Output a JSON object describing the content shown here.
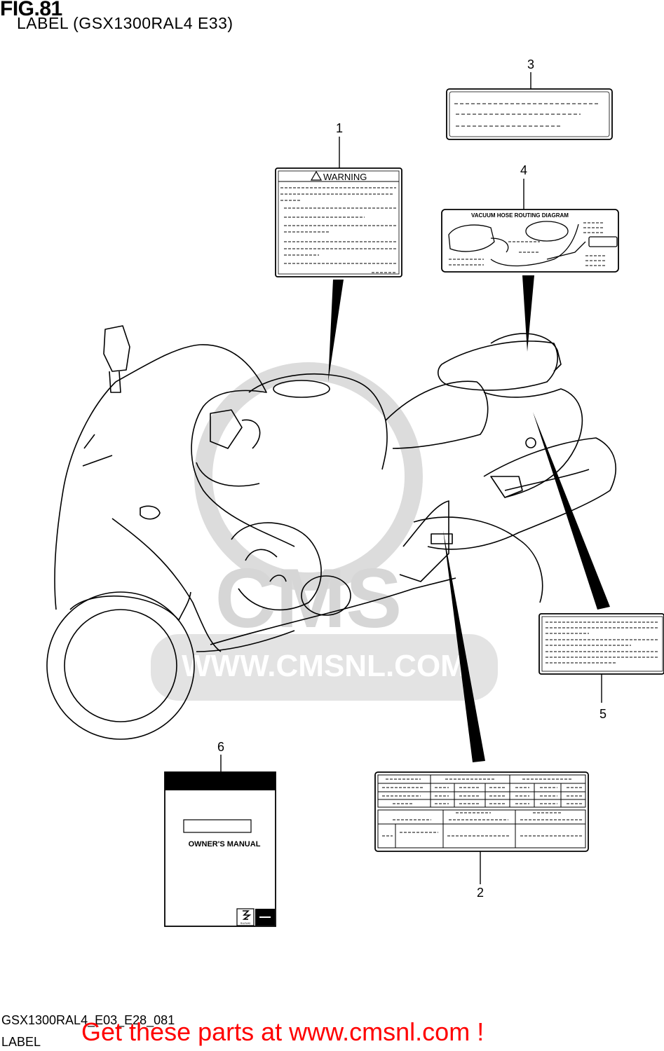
{
  "header": {
    "fig_number": "FIG.81",
    "subtitle": "LABEL (GSX1300RAL4 E33)"
  },
  "footer": {
    "diagram_code": "GSX1300RAL4_E03_E28_081",
    "category": "LABEL",
    "promo": "Get these parts at www.cmsnl.com !"
  },
  "watermark": {
    "brand": "CMS",
    "url": "WWW.CMSNL.COM"
  },
  "callouts": [
    "1",
    "2",
    "3",
    "4",
    "5",
    "6"
  ],
  "labels": {
    "warning_title": "WARNING",
    "vacuum_title": "VACUUM HOSE ROUTING DIAGRAM",
    "manual_title": "OWNER'S MANUAL",
    "manual_brand": "SUZUKI"
  },
  "colors": {
    "line": "#000000",
    "watermark": "#d9d9d9",
    "promo": "#ff0000"
  }
}
